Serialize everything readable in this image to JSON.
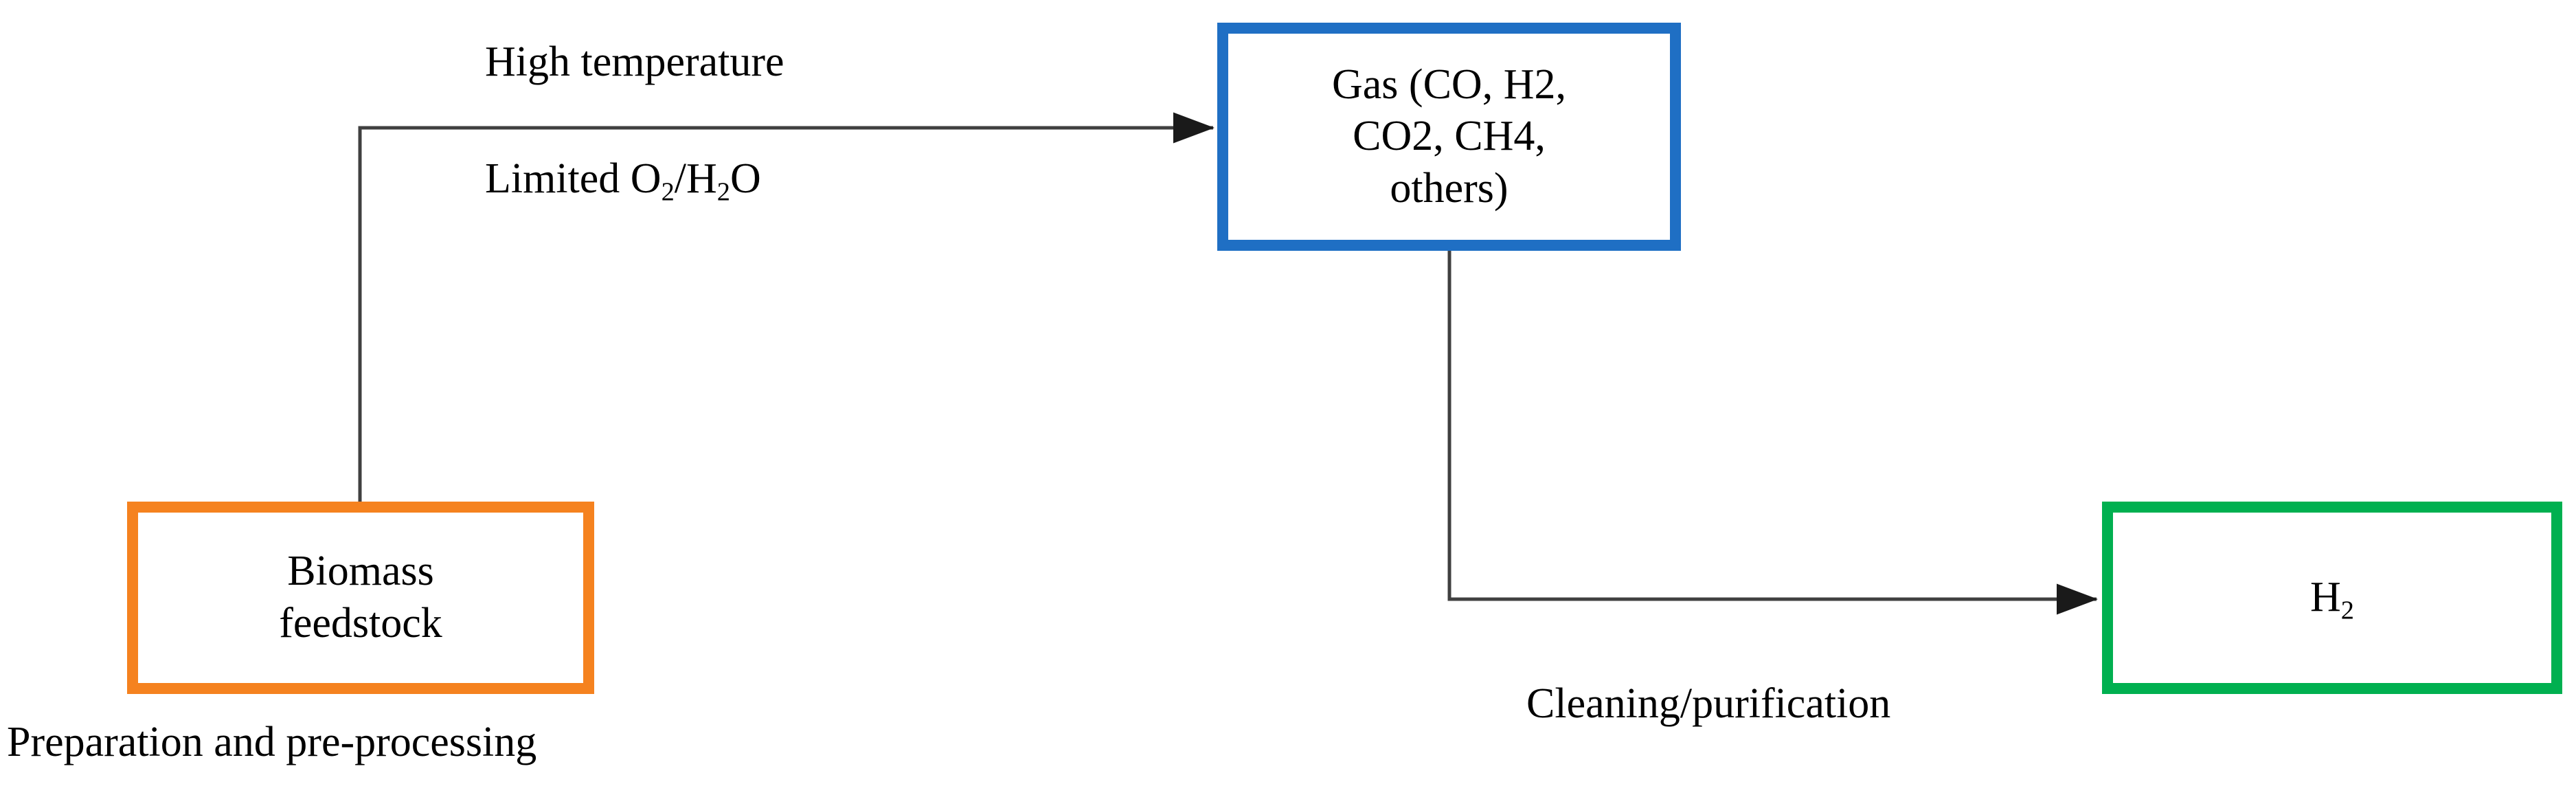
{
  "diagram": {
    "title": "Biomass gasification to hydrogen process flow",
    "background_color": "#ffffff",
    "connector_color": "#404040"
  },
  "nodes": {
    "biomass": {
      "label": "Biomass\nfeedstock",
      "border_color": "#F5821F",
      "fill_color": "#ffffff"
    },
    "gas": {
      "label": "Gas (CO, H2,\nCO2, CH4,\nothers)",
      "border_color": "#1F6FC4",
      "fill_color": "#ffffff"
    },
    "hydrogen": {
      "label_prefix": "H",
      "label_subscript": "2",
      "border_color": "#00B050",
      "fill_color": "#ffffff"
    }
  },
  "labels": {
    "high_temperature": "High temperature",
    "limited_prefix": "Limited O",
    "limited_sub1": "2",
    "limited_mid": "/H",
    "limited_sub2": "2",
    "limited_suffix": "O",
    "cleaning_purification": "Cleaning/purification",
    "preparation": "Preparation and pre-processing"
  },
  "connectors": [
    {
      "name": "biomass-to-gas",
      "from": "biomass",
      "to": "gas",
      "style": "elbow-up-right",
      "arrowhead": "triangle"
    },
    {
      "name": "gas-to-hydrogen",
      "from": "gas",
      "to": "hydrogen",
      "style": "elbow-down-right",
      "arrowhead": "triangle"
    }
  ]
}
